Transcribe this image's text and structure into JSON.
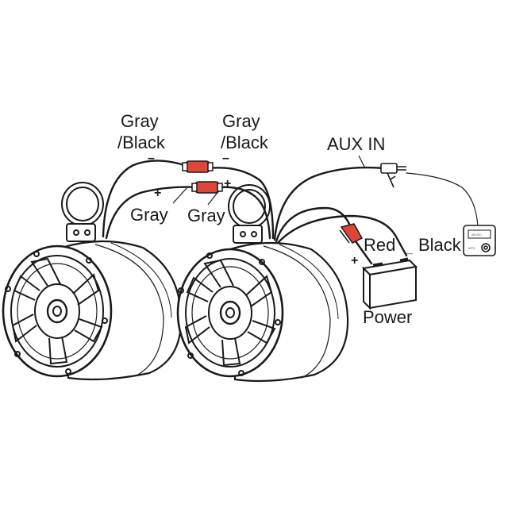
{
  "labels": {
    "gray_black_left_1": "Gray",
    "gray_black_left_2": "/Black",
    "gray_black_right_1": "Gray",
    "gray_black_right_2": "/Black",
    "gray_left": "Gray",
    "gray_right": "Gray",
    "aux_in": "AUX IN",
    "red": "Red",
    "black": "Black",
    "power": "Power"
  },
  "signs": {
    "minus": "–",
    "plus": "+",
    "battery_plus": "+",
    "black_minus": "_"
  },
  "player": {
    "screen_text": "MUSIC",
    "badge": "MP3"
  },
  "colors": {
    "line": "#1a1a1a",
    "connector_red": "#e0453a",
    "stroke_gray": "#555555"
  }
}
